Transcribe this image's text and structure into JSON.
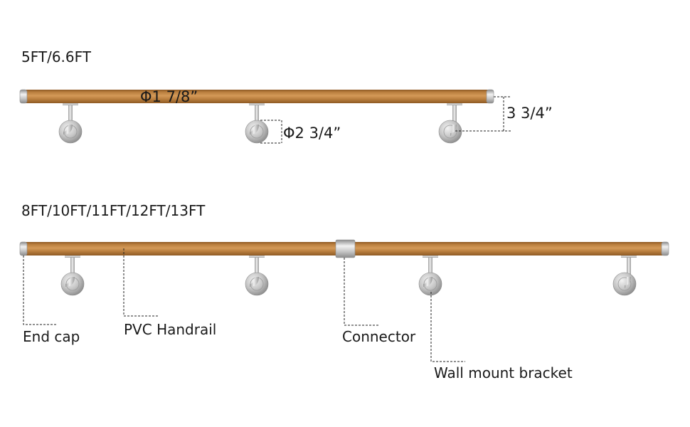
{
  "top_section": {
    "lengths_label": "5FT/6.6FT",
    "rail_diameter": "Φ1 7/8”",
    "base_diameter": "Φ2 3/4”",
    "projection": "3 3/4”"
  },
  "bottom_section": {
    "lengths_label": "8FT/10FT/11FT/12FT/13FT",
    "callouts": {
      "end_cap": "End cap",
      "handrail": "PVC Handrail",
      "connector": "Connector",
      "bracket": "Wall mount bracket"
    }
  },
  "colors": {
    "wood": "#b97e3e",
    "wood_dark": "#8e5a24",
    "wood_light": "#d49a58",
    "steel": "#c7c7c7",
    "steel_dark": "#8c8c8c",
    "steel_light": "#efefef"
  }
}
